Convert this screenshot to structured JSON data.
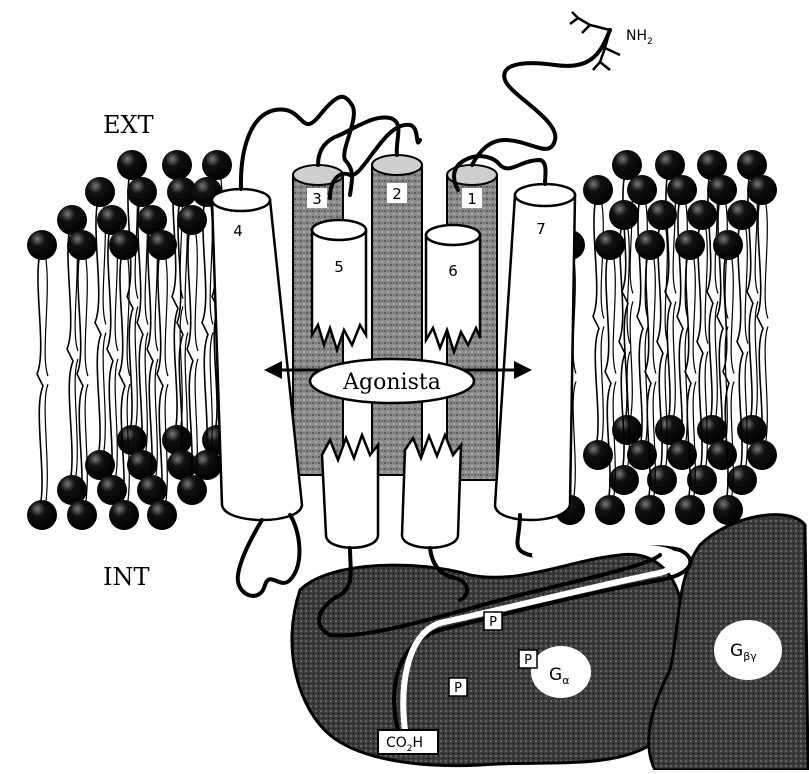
{
  "labels": {
    "exterior": "EXT",
    "interior": "INT",
    "amino_terminus": "NH",
    "amino_terminus_sub": "2",
    "agonist": "Agonista",
    "carboxyl_terminus_pre": "CO",
    "carboxyl_terminus_sub": "2",
    "carboxyl_terminus_post": "H",
    "phosphate": "P",
    "g_alpha": "G",
    "g_alpha_sub": "α",
    "g_betagamma": "G",
    "g_betagamma_sub": "βγ"
  },
  "helices": [
    "1",
    "2",
    "3",
    "4",
    "5",
    "6",
    "7"
  ],
  "colors": {
    "ink": "#000000",
    "paper": "#ffffff",
    "shaded": "#7a7a7a",
    "dark": "#2a2a2a"
  }
}
